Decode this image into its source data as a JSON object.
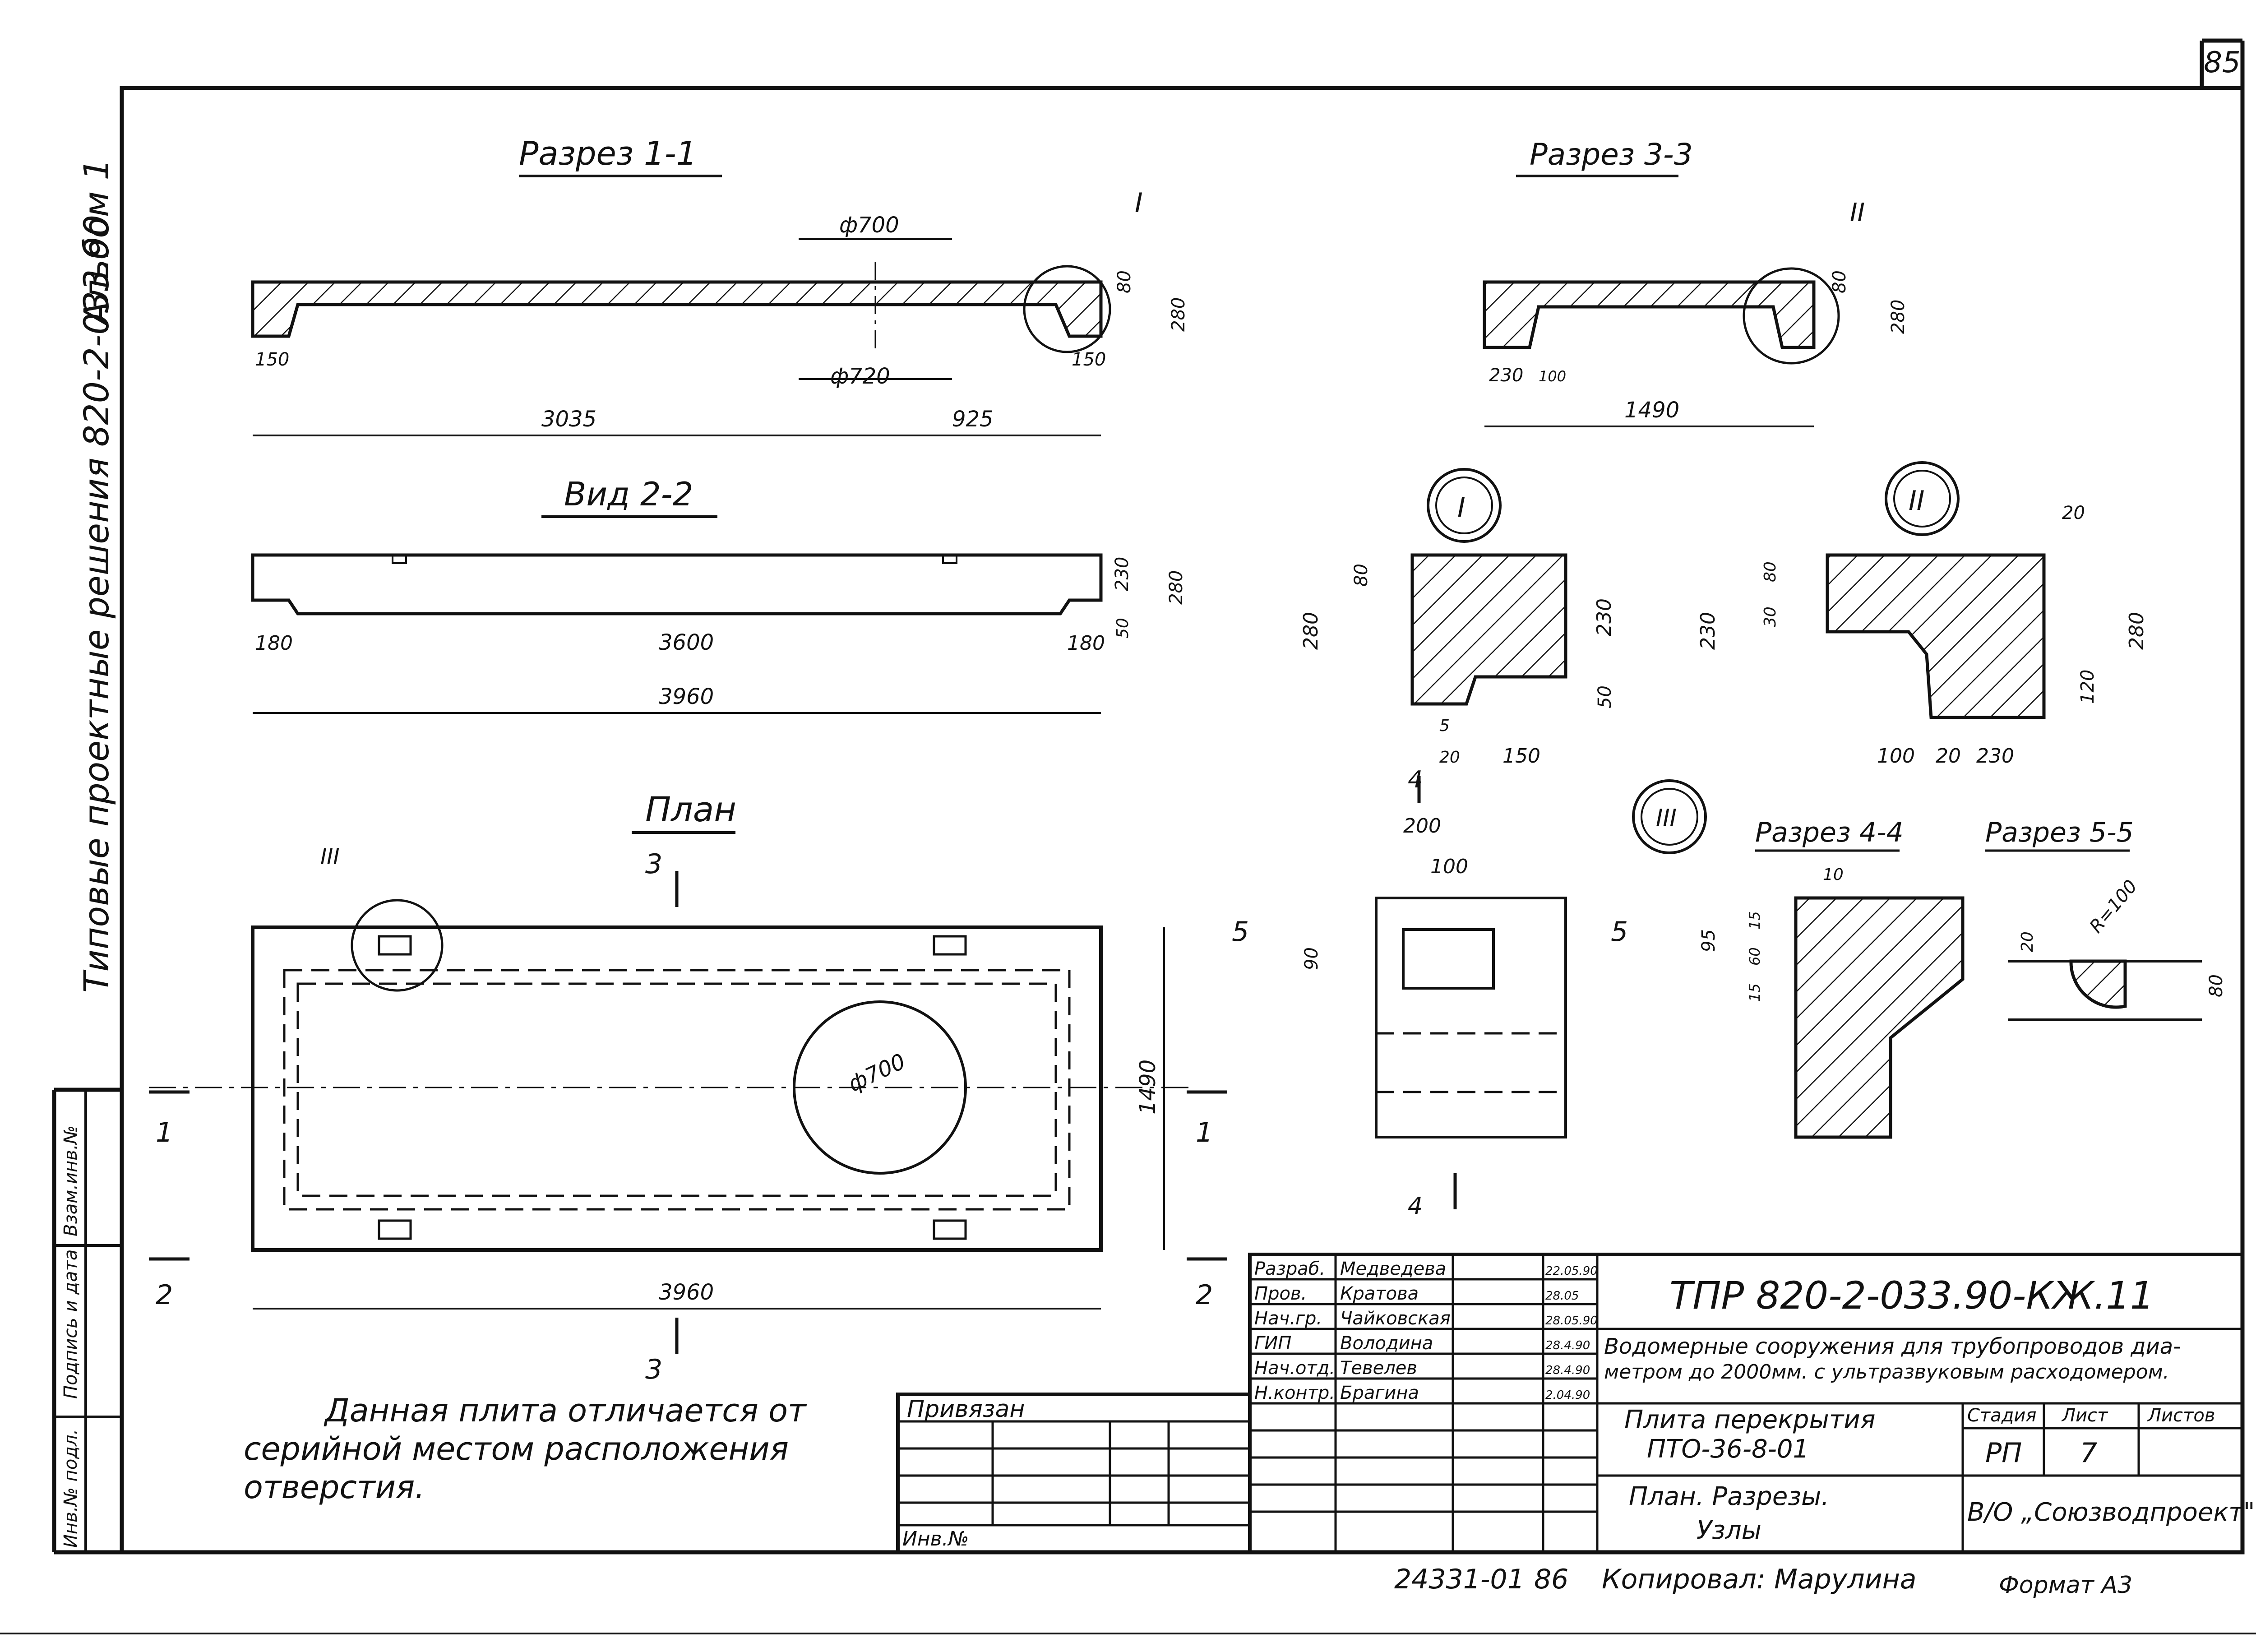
{
  "sheet": {
    "page_number": "85",
    "album_label": "Альбом 1",
    "side_title": "Типовые проектные решения 820-2-033.90",
    "side_stamp": [
      "Инв.№ подл.",
      "Подпись и дата",
      "Взам.инв.№"
    ],
    "bottom_line": {
      "doc_number": "24331-01",
      "sheet_seq": "86",
      "copied_by": "Копировал: Марулина",
      "format": "Формат А3"
    }
  },
  "views": {
    "section_1_1": {
      "title": "Разрез 1-1",
      "node_mark": "I",
      "dims": [
        "ф700",
        "ф720",
        "80",
        "280",
        "150",
        "150",
        "3035",
        "925"
      ]
    },
    "section_3_3": {
      "title": "Разрез 3-3",
      "node_mark": "II",
      "dims": [
        "80",
        "280",
        "230",
        "100",
        "1490"
      ]
    },
    "view_2_2": {
      "title": "Вид 2-2",
      "dims": [
        "230",
        "280",
        "50",
        "180",
        "3600",
        "180",
        "3960"
      ]
    },
    "plan": {
      "title": "План",
      "node_mark": "III",
      "hole_dia": "ф700",
      "cut_3": "3",
      "cut_1": "1",
      "cut_2": "2",
      "dims": [
        "1490",
        "3960"
      ]
    },
    "node_I": {
      "mark": "I",
      "dims": [
        "80",
        "280",
        "230",
        "50",
        "5",
        "20",
        "150"
      ]
    },
    "node_II": {
      "mark": "II",
      "dims": [
        "20",
        "30",
        "80",
        "230",
        "280",
        "120",
        "100",
        "20",
        "230"
      ]
    },
    "node_III": {
      "mark": "III",
      "cut_4": "4",
      "cut_5": "5",
      "dims": [
        "200",
        "100",
        "90"
      ]
    },
    "section_4_4": {
      "title": "Разрез 4-4",
      "dims": [
        "10",
        "95",
        "15",
        "60",
        "15"
      ]
    },
    "section_5_5": {
      "title": "Разрез 5-5",
      "dims": [
        "20",
        "R=100",
        "80"
      ]
    }
  },
  "note": {
    "lines": [
      "Данная плита отличается от",
      "серийной местом расположения",
      "отверстия."
    ]
  },
  "title_block": {
    "attached": "Привязан",
    "inv_no": "Инв.№",
    "staff": [
      {
        "role": "Разраб.",
        "name": "Медведева",
        "date": "22.05.90"
      },
      {
        "role": "Пров.",
        "name": "Кратова",
        "date": "28.05"
      },
      {
        "role": "Нач.гр.",
        "name": "Чайковская",
        "date": "28.05.90"
      },
      {
        "role": "ГИП",
        "name": "Володина",
        "date": "28.4.90"
      },
      {
        "role": "Нач.отд.",
        "name": "Тевелев",
        "date": "28.4.90"
      },
      {
        "role": "Н.контр.",
        "name": "Брагина",
        "date": "2.04.90"
      }
    ],
    "doc_code": "ТПР 820-2-033.90-КЖ.11",
    "project_line1": "Водомерные сооружения для трубопроводов диа-",
    "project_line2": "метром до 2000мм. с ультразвуковым расходомером.",
    "item_line1": "Плита перекрытия",
    "item_line2": "ПТО-36-8-01",
    "stage_header": "Стадия",
    "sheet_header": "Лист",
    "sheets_header": "Листов",
    "stage": "РП",
    "sheet": "7",
    "sheet_name_line1": "План. Разрезы.",
    "sheet_name_line2": "Узлы",
    "org": "В/О „Союзводпроект\""
  },
  "colors": {
    "ink": "#111111",
    "paper": "#ffffff"
  }
}
